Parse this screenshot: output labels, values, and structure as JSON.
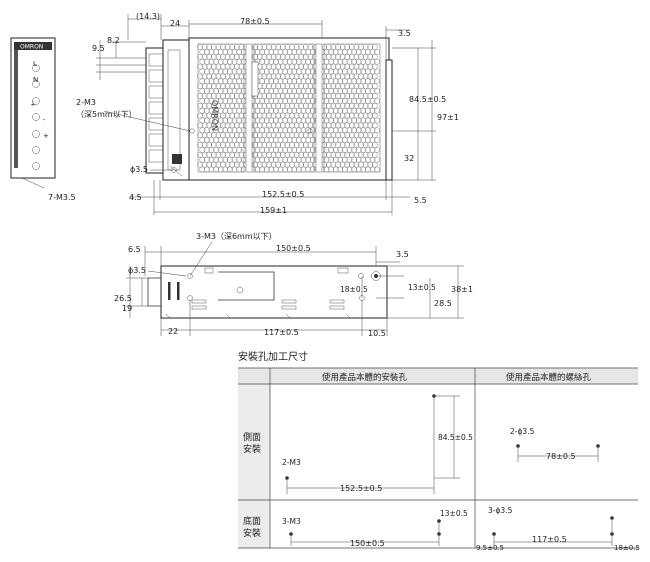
{
  "front_view": {
    "terminal_labels": [
      "L",
      "N"
    ],
    "brand": "OMRON",
    "dims": {
      "d14_3": "(14.3)",
      "d24": "24",
      "d78": "78±0.5",
      "d3_5_top": "3.5",
      "d8_2": "8.2",
      "d9_5": "9.5",
      "d84_5": "84.5±0.5",
      "d97": "97±1",
      "d32": "32",
      "d4_5": "4.5",
      "d152_5": "152.5±0.5",
      "d159": "159±1",
      "d5_5": "5.5",
      "phi3_5": "ϕ3.5"
    },
    "callouts": {
      "two_m3": "2-M3",
      "two_m3_depth": "（深5mm以下）",
      "seven_m3_5": "7-M3.5"
    }
  },
  "bottom_view": {
    "dims": {
      "d6_5": "6.5",
      "d150": "150±0.5",
      "phi3_5": "ϕ3.5",
      "d3_5": "3.5",
      "d26_5": "26.5",
      "d19": "19",
      "d18": "18±0.5",
      "d13": "13±0.5",
      "d38": "38±1",
      "d28_5": "28.5",
      "d22": "22",
      "d117": "117±0.5",
      "d10_5": "10.5"
    },
    "callouts": {
      "three_m3": "3-M3（深6mm以下）"
    }
  },
  "table": {
    "title": "安裝孔加工尺寸",
    "col1": "使用產品本體的安裝孔",
    "col2": "使用產品本體的螺絲孔",
    "row1": {
      "label_line1": "側面",
      "label_line2": "安裝",
      "c1_screw": "2-M3",
      "c1_w": "152.5±0.5",
      "c1_h": "84.5±0.5",
      "c2_screw": "2-ϕ3.5",
      "c2_w": "78±0.5"
    },
    "row2": {
      "label_line1": "底面",
      "label_line2": "安裝",
      "c1_screw": "3-M3",
      "c1_w": "150±0.5",
      "c1_h": "13±0.5",
      "c2_screw": "3-ϕ3.5",
      "c2_w": "117±0.5",
      "c2_left": "9.5±0.5",
      "c2_right": "18±0.5"
    }
  }
}
